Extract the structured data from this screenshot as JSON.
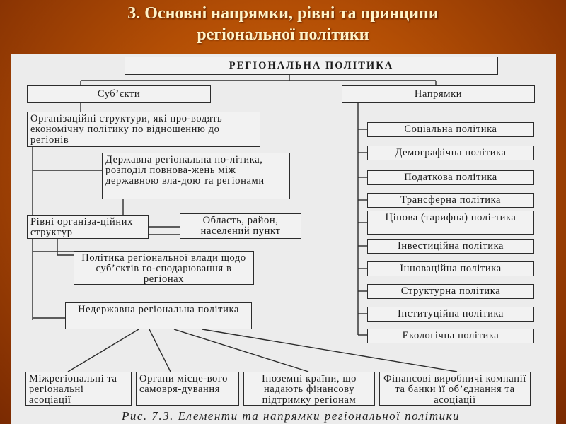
{
  "slide": {
    "title_line1": "3. Основні напрямки, рівні та принципи",
    "title_line2": "регіональної політики"
  },
  "diagram": {
    "root": "РЕГІОНАЛЬНА ПОЛІТИКА",
    "subjects": "Суб’єкти",
    "directions": "Напрямки",
    "org_structures": "Організаційні структури, які про-водять економічну політику по відношенню до регіонів",
    "state_policy": "Державна регіональна по-літика, розподіл повнова-жень між державною вла-дою та регіонами",
    "levels": "Рівні організа-ційних структур",
    "region_district": "Область, район, населений пункт",
    "regional_power": "Політика регіональної влади щодо суб’єктів го-сподарювання в регіонах",
    "nonstate": "Недержавна регіональна політика",
    "nonstate_items": [
      "Міжрегіональні та регіональні асоціації",
      "Органи місце-вого самовря-дування",
      "Іноземні країни, що надають фінансову підтримку регіонам",
      "Фінансові виробничі компанії та банки її об’єднання та асоціації"
    ],
    "direction_items": [
      "Соціальна політика",
      "Демографічна політика",
      "Податкова політика",
      "Трансферна політика",
      "Цінова (тарифна) полі-тика",
      "Інвестиційна політика",
      "Інноваційна політика",
      "Структурна політика",
      "Інституційна політика",
      "Екологічна політика"
    ],
    "caption": "Рис. 7.3. Елементи та напрямки регіональної політики"
  }
}
